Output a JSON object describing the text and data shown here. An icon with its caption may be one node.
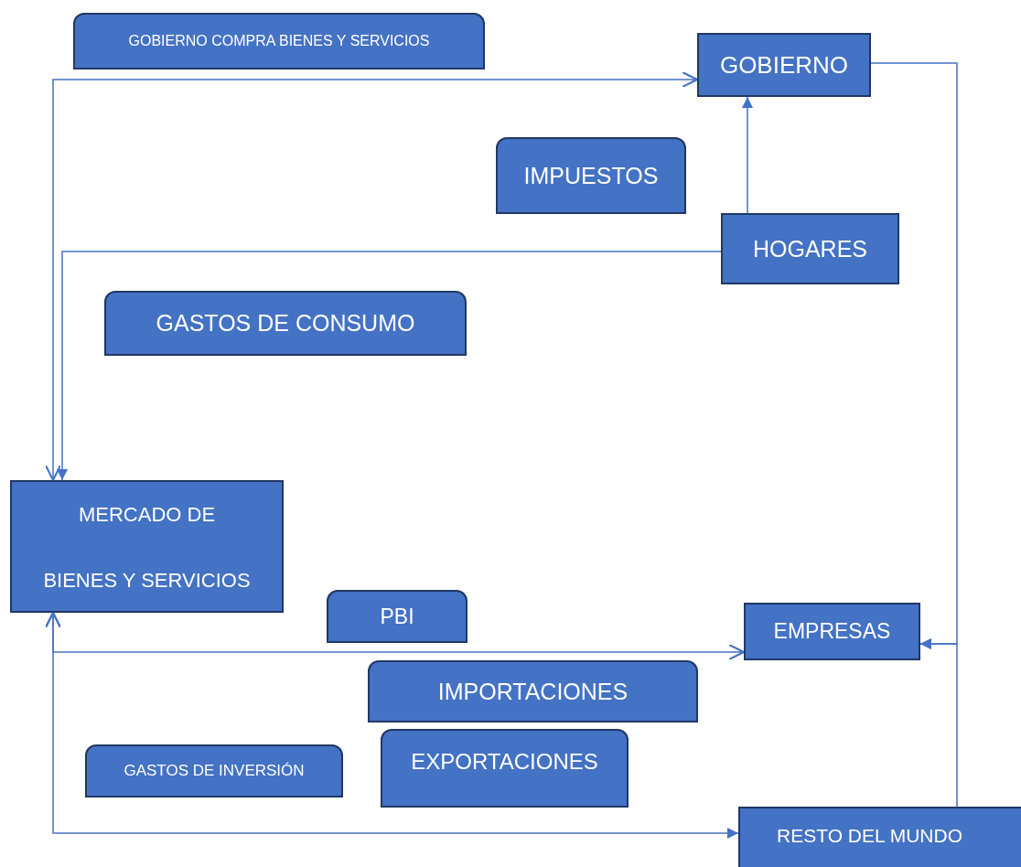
{
  "diagram": {
    "nodes": [
      {
        "text": [
          "GOBIERNO COMPRA BIENES Y SERVICIOS"
        ]
      },
      {
        "text": [
          "GOBIERNO"
        ]
      },
      {
        "text": [
          "IMPUESTOS"
        ]
      },
      {
        "text": [
          "HOGARES"
        ]
      },
      {
        "text": [
          "GASTOS DE CONSUMO"
        ]
      },
      {
        "text": [
          "MERCADO DE BIENES Y SERVICIOS"
        ]
      },
      {
        "text": [
          "PBI"
        ]
      },
      {
        "text": [
          "EMPRESAS"
        ]
      },
      {
        "text": [
          "IMPORTACIONES"
        ]
      },
      {
        "text": [
          "GASTOS DE INVERSIÓN"
        ]
      },
      {
        "text": [
          "EXPORTACIONES"
        ]
      },
      {
        "text": [
          "RESTO DEL MUNDO"
        ]
      }
    ],
    "edges": [
      {
        "from": 5,
        "to": 1,
        "arrow": "both"
      },
      {
        "from": 3,
        "to": 1,
        "arrow": "to"
      },
      {
        "from": 3,
        "to": 5,
        "arrow": "to"
      },
      {
        "from": 1,
        "to": 7,
        "arrow": "to"
      },
      {
        "from": 11,
        "to": 7,
        "arrow": "to"
      },
      {
        "from": 5,
        "to": 7,
        "arrow": "both"
      },
      {
        "from": 5,
        "to": 11,
        "arrow": "both"
      }
    ]
  }
}
